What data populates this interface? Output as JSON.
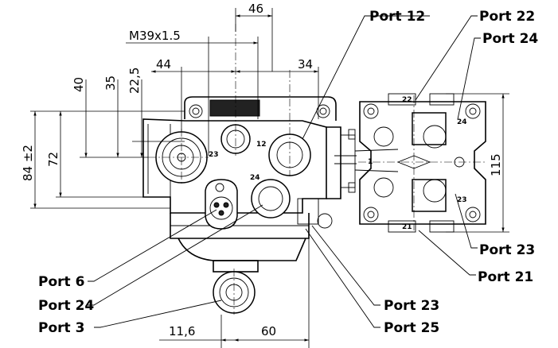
{
  "ports": {
    "port_12": "Port 12",
    "port_22": "Port 22",
    "port_24_right": "Port 24",
    "port_23_right": "Port 23",
    "port_21": "Port 21",
    "port_6": "Port 6",
    "port_24_left": "Port 24",
    "port_3": "Port 3",
    "port_23_bottom": "Port 23",
    "port_25": "Port 25"
  },
  "dimensions": {
    "d46": "46",
    "thread": "M39x1.5",
    "d44": "44",
    "d34": "34",
    "d40": "40",
    "d35": "35",
    "d22_5": "22,5",
    "d84": "84 ±2",
    "d72": "72",
    "d115": "115",
    "d11_6": "11,6",
    "d60": "60"
  },
  "part_marks": {
    "m12": "12",
    "m23": "23",
    "m24": "24",
    "m1": "1",
    "m22": "22",
    "m24r": "24",
    "m23r": "23",
    "m21": "21"
  }
}
